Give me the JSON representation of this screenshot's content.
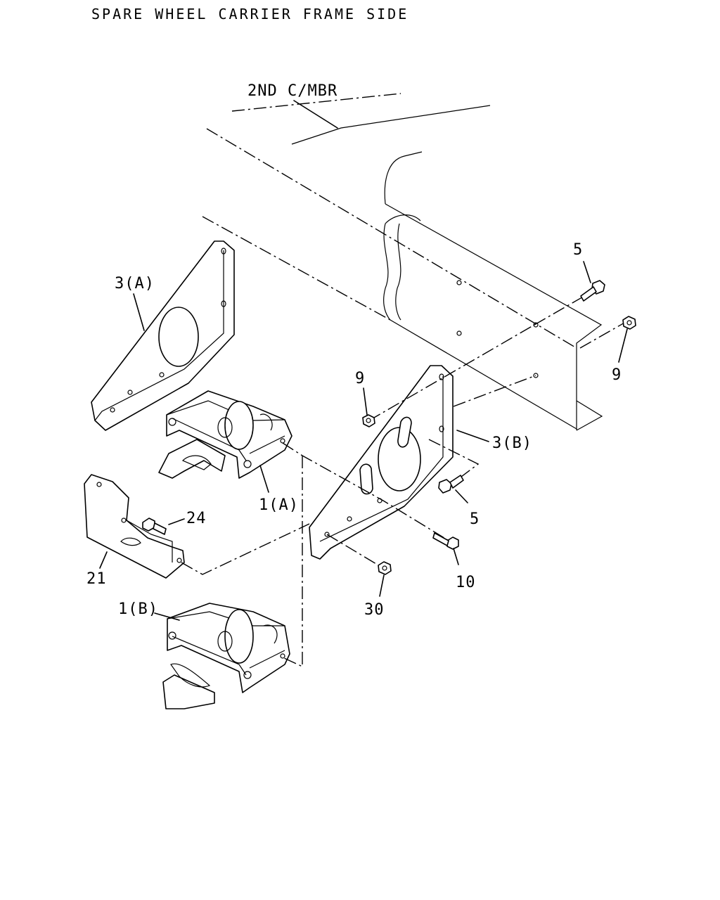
{
  "title": "SPARE WHEEL CARRIER FRAME SIDE",
  "labels": {
    "crossmember": "2ND C/MBR",
    "p1a": "1(A)",
    "p1b": "1(B)",
    "p3a": "3(A)",
    "p3b": "3(B)",
    "p5_top": "5",
    "p5_bottom": "5",
    "p9_left": "9",
    "p9_right": "9",
    "p10": "10",
    "p21": "21",
    "p24": "24",
    "p30": "30"
  }
}
